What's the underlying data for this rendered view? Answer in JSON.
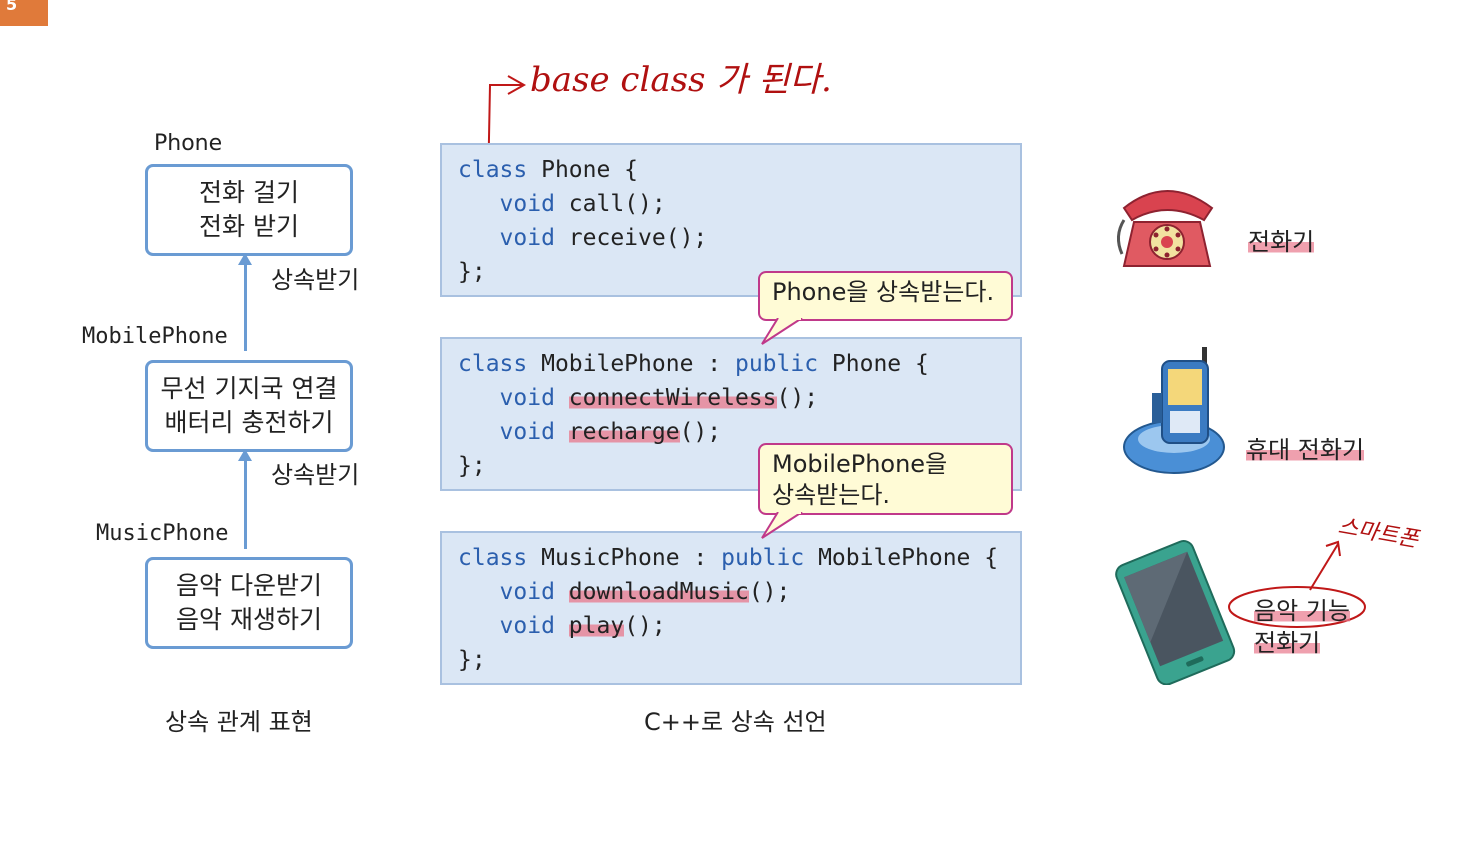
{
  "corner_badge": "5",
  "hierarchy": {
    "classes": [
      {
        "name": "Phone",
        "features": [
          "전화 걸기",
          "전화 받기"
        ]
      },
      {
        "name": "MobilePhone",
        "features": [
          "무선 기지국 연결",
          "배터리 충전하기"
        ]
      },
      {
        "name": "MusicPhone",
        "features": [
          "음악 다운받기",
          "음악 재생하기"
        ]
      }
    ],
    "inherit_label": "상속받기",
    "caption": "상속 관계 표현"
  },
  "code": {
    "caption": "C++로 상속 선언",
    "keywords": {
      "class": "class",
      "void": "void",
      "public": "public"
    },
    "blocks": [
      {
        "header_name": " Phone {",
        "parent": "",
        "methods": [
          [
            "call",
            "();"
          ],
          [
            "receive",
            "();"
          ]
        ],
        "close": "};"
      },
      {
        "header_name": " MobilePhone : ",
        "parent": " Phone {",
        "methods": [
          [
            "connectWireless",
            "();"
          ],
          [
            "recharge",
            "();"
          ]
        ],
        "close": "};"
      },
      {
        "header_name": " MusicPhone : ",
        "parent": " MobilePhone {",
        "methods": [
          [
            "downloadMusic",
            "();"
          ],
          [
            "play",
            "();"
          ]
        ],
        "close": "};"
      }
    ],
    "callouts": [
      "Phone을 상속받는다.",
      "MobilePhone을 상속받는다."
    ],
    "callout2_lines": [
      "MobilePhone을",
      "상속받는다."
    ]
  },
  "devices": [
    {
      "label": "전화기",
      "icon": "rotary-phone-icon",
      "color": "#d9434f"
    },
    {
      "label": "휴대 전화기",
      "icon": "mobile-phone-icon",
      "color": "#4a8fd6"
    },
    {
      "label_lines": [
        "음악 기능",
        "전화기"
      ],
      "icon": "smartphone-icon",
      "color": "#3aa38f"
    }
  ],
  "annotations": {
    "base_class_note": "base class 가 된다.",
    "smartphone_note": "스마트폰"
  }
}
